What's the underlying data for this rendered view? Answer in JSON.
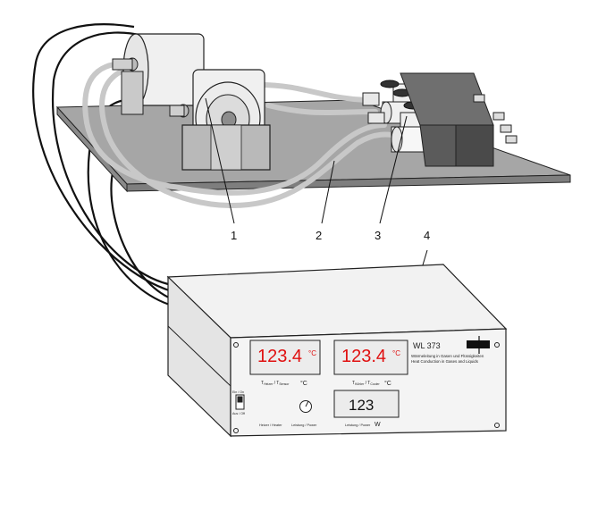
{
  "callouts": {
    "c1": "1",
    "c2": "2",
    "c3": "3",
    "c4": "4"
  },
  "display_left": {
    "value": "123.4",
    "unit": "°C",
    "label": "T",
    "label_sub1": "Heizer",
    "label_sep": " / T",
    "label_sub2": "Sensor",
    "label_unit": "°C"
  },
  "display_right": {
    "value": "123.4",
    "unit": "°C",
    "label": "T",
    "label_sub1": "Kühler",
    "label_sep": " / T",
    "label_sub2": "Cooler",
    "label_unit": "°C"
  },
  "display_power": {
    "value": "123",
    "label": "Leistung / Power",
    "unit": "W"
  },
  "device": {
    "model": "WL 373",
    "desc_de": "Wärmeleitung in Gasen und Flüssigkeiten",
    "desc_en": "Heat Conduction in Gases and Liquids"
  },
  "switch": {
    "on_label": "Ein / On",
    "off_label": "Aus / Off",
    "caption": "Heizer / Heater"
  },
  "knob": {
    "caption": "Leistung / Power"
  },
  "colors": {
    "lcd_text": "#e01010",
    "panel": "#f2f2f2",
    "baseplate": "#a6a6a6",
    "tube": "#c8c8c8"
  }
}
